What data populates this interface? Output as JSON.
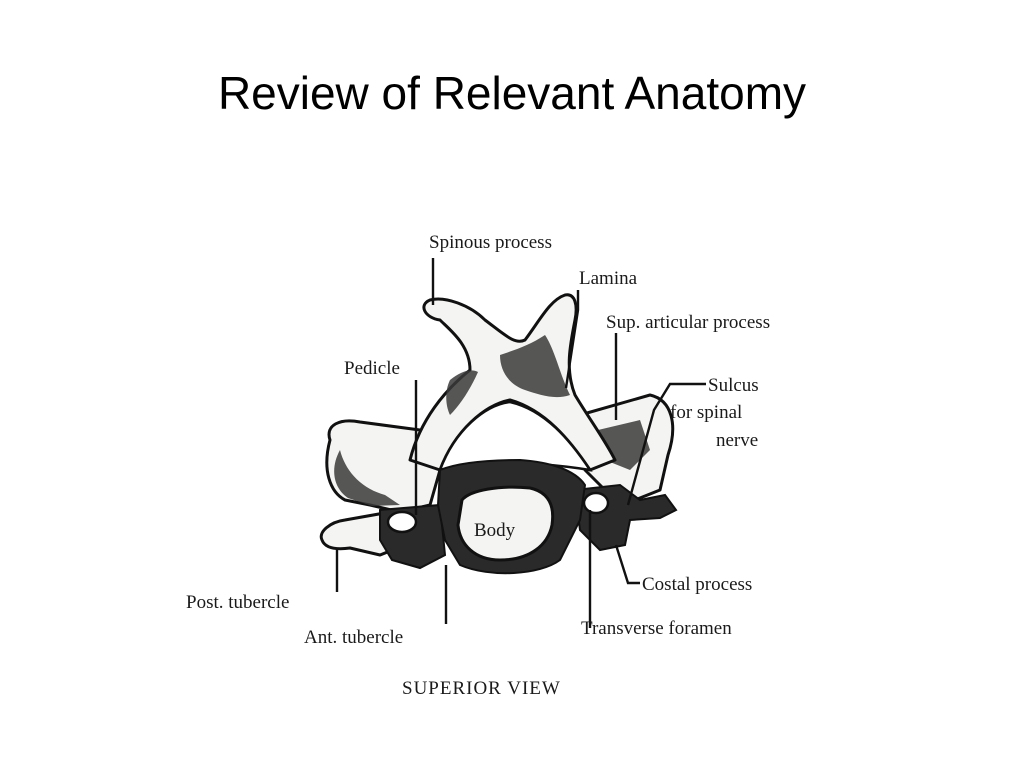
{
  "slide": {
    "title": "Review of Relevant Anatomy"
  },
  "diagram": {
    "labels": {
      "spinous_process": "Spinous process",
      "lamina": "Lamina",
      "sup_articular_process": "Sup. articular process",
      "pedicle": "Pedicle",
      "sulcus_line1": "Sulcus",
      "sulcus_line2": "for spinal",
      "sulcus_line3": "nerve",
      "body": "Body",
      "post_tubercle": "Post. tubercle",
      "ant_tubercle": "Ant. tubercle",
      "costal_process": "Costal process",
      "transverse_foramen": "Transverse foramen"
    },
    "view_caption": "SUPERIOR VIEW"
  }
}
